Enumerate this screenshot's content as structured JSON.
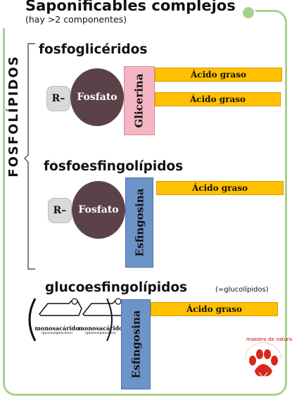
{
  "title": "Saponificables complejos",
  "subtitle": "(hay >2 componentes)",
  "side_label": "FOSFOLÍPIDOS",
  "sections": {
    "fosfogliceridos": {
      "title": "fosfoglicéridos",
      "r_label": "R–",
      "phosphate": "Fosfato",
      "backbone": "Glicerina",
      "fatty_acids": [
        "Ácido graso",
        "Ácido graso"
      ]
    },
    "fosfoesfingolipidos": {
      "title": "fosfoesfingolípidos",
      "r_label": "R–",
      "phosphate": "Fosfato",
      "backbone": "Esfingosina",
      "fatty_acids": [
        "Ácido graso"
      ]
    },
    "glucoesfingolipidos": {
      "title": "glucoesfingolípidos",
      "note": "(=glucolípidos)",
      "sugars": [
        {
          "label": "monosacárido",
          "sub": "(glucosa/galactosa)"
        },
        {
          "label": "monosacárido",
          "sub": "(glucosa/galactosa)"
        }
      ],
      "backbone": "Esfingosina",
      "fatty_acids": [
        "Ácido graso"
      ]
    }
  },
  "logo": {
    "text": "maestro de naturales"
  },
  "colors": {
    "frame": "#a9d18e",
    "phosphate": "#5b4249",
    "glycerol": "#f4b6c2",
    "sphingosine": "#6d94c9",
    "fatty_acid": "#ffc000",
    "r_group": "#d9d9d9"
  }
}
